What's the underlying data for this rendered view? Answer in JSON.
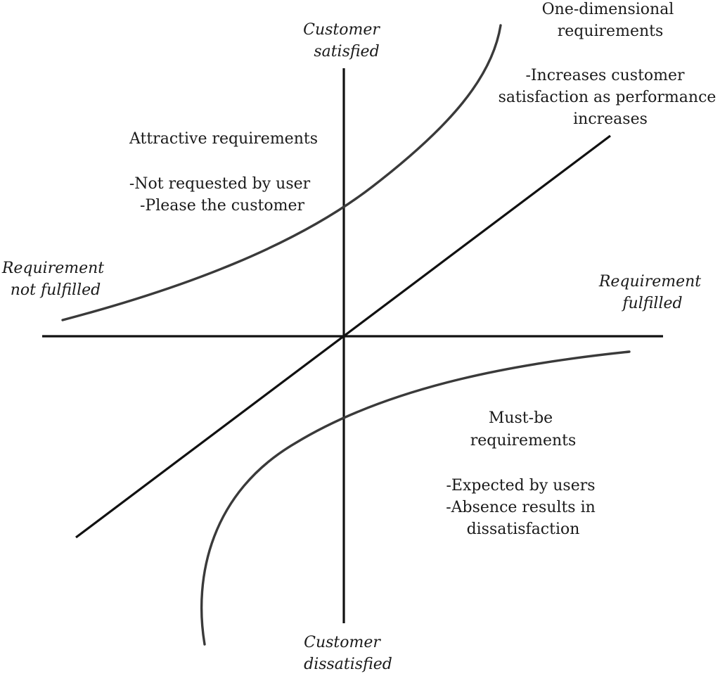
{
  "axes": {
    "y_top": [
      "Customer",
      "satisfied"
    ],
    "y_bottom": [
      "Customer",
      "dissatisfied"
    ],
    "x_left": [
      "Requirement",
      "not fulfilled"
    ],
    "x_right": [
      "Requirement",
      "fulfilled"
    ]
  },
  "attractive": {
    "title": "Attractive requirements",
    "points": [
      "-Not requested by user",
      "-Please the customer"
    ]
  },
  "one_dimensional": {
    "title": [
      "One-dimensional",
      "requirements"
    ],
    "desc": [
      "-Increases customer",
      "satisfaction as performance",
      "increases"
    ]
  },
  "must_be": {
    "title": [
      "Must-be",
      "requirements"
    ],
    "points": [
      "-Expected by users",
      "-Absence results in",
      "dissatisfaction"
    ]
  }
}
